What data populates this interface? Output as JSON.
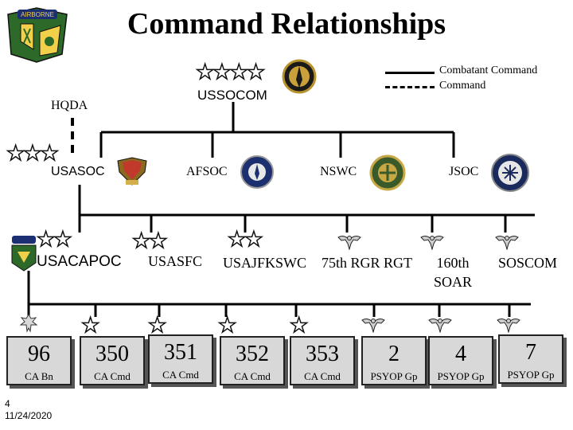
{
  "title": "Command Relationships",
  "legend": {
    "solid": "Combatant Command",
    "dashed": "Command"
  },
  "top": {
    "ussocom": "USSOCOM",
    "hqda": "HQDA"
  },
  "components": {
    "usasoc": "USASOC",
    "afsoc": "AFSOC",
    "nswc": "NSWC",
    "jsoc": "JSOC"
  },
  "subordinates": {
    "usacapoc": "USACAPOC",
    "usasfc": "USASFC",
    "usajfkswc": "USAJFKSWC",
    "rgr": "75th RGR RGT",
    "soar": "160th SOAR",
    "soscom": "SOSCOM"
  },
  "units": [
    {
      "num": "96",
      "sub": "CA Bn"
    },
    {
      "num": "350",
      "sub": "CA Cmd"
    },
    {
      "num": "351",
      "sub": "CA Cmd"
    },
    {
      "num": "352",
      "sub": "CA Cmd"
    },
    {
      "num": "353",
      "sub": "CA Cmd"
    },
    {
      "num": "2",
      "sub": "PSYOP Gp"
    },
    {
      "num": "4",
      "sub": "PSYOP Gp"
    },
    {
      "num": "7",
      "sub": "PSYOP Gp"
    }
  ],
  "footer": {
    "page": "4",
    "date": "11/24/2020"
  },
  "icons": [
    "four-star-insignia",
    "three-star-insignia",
    "two-star-insignia",
    "one-star-insignia",
    "eagle-insignia",
    "oak-leaf-insignia",
    "ussocom-seal",
    "usasoc-crest",
    "afsoc-seal",
    "nswc-seal",
    "jsoc-seal",
    "airborne-patch"
  ]
}
